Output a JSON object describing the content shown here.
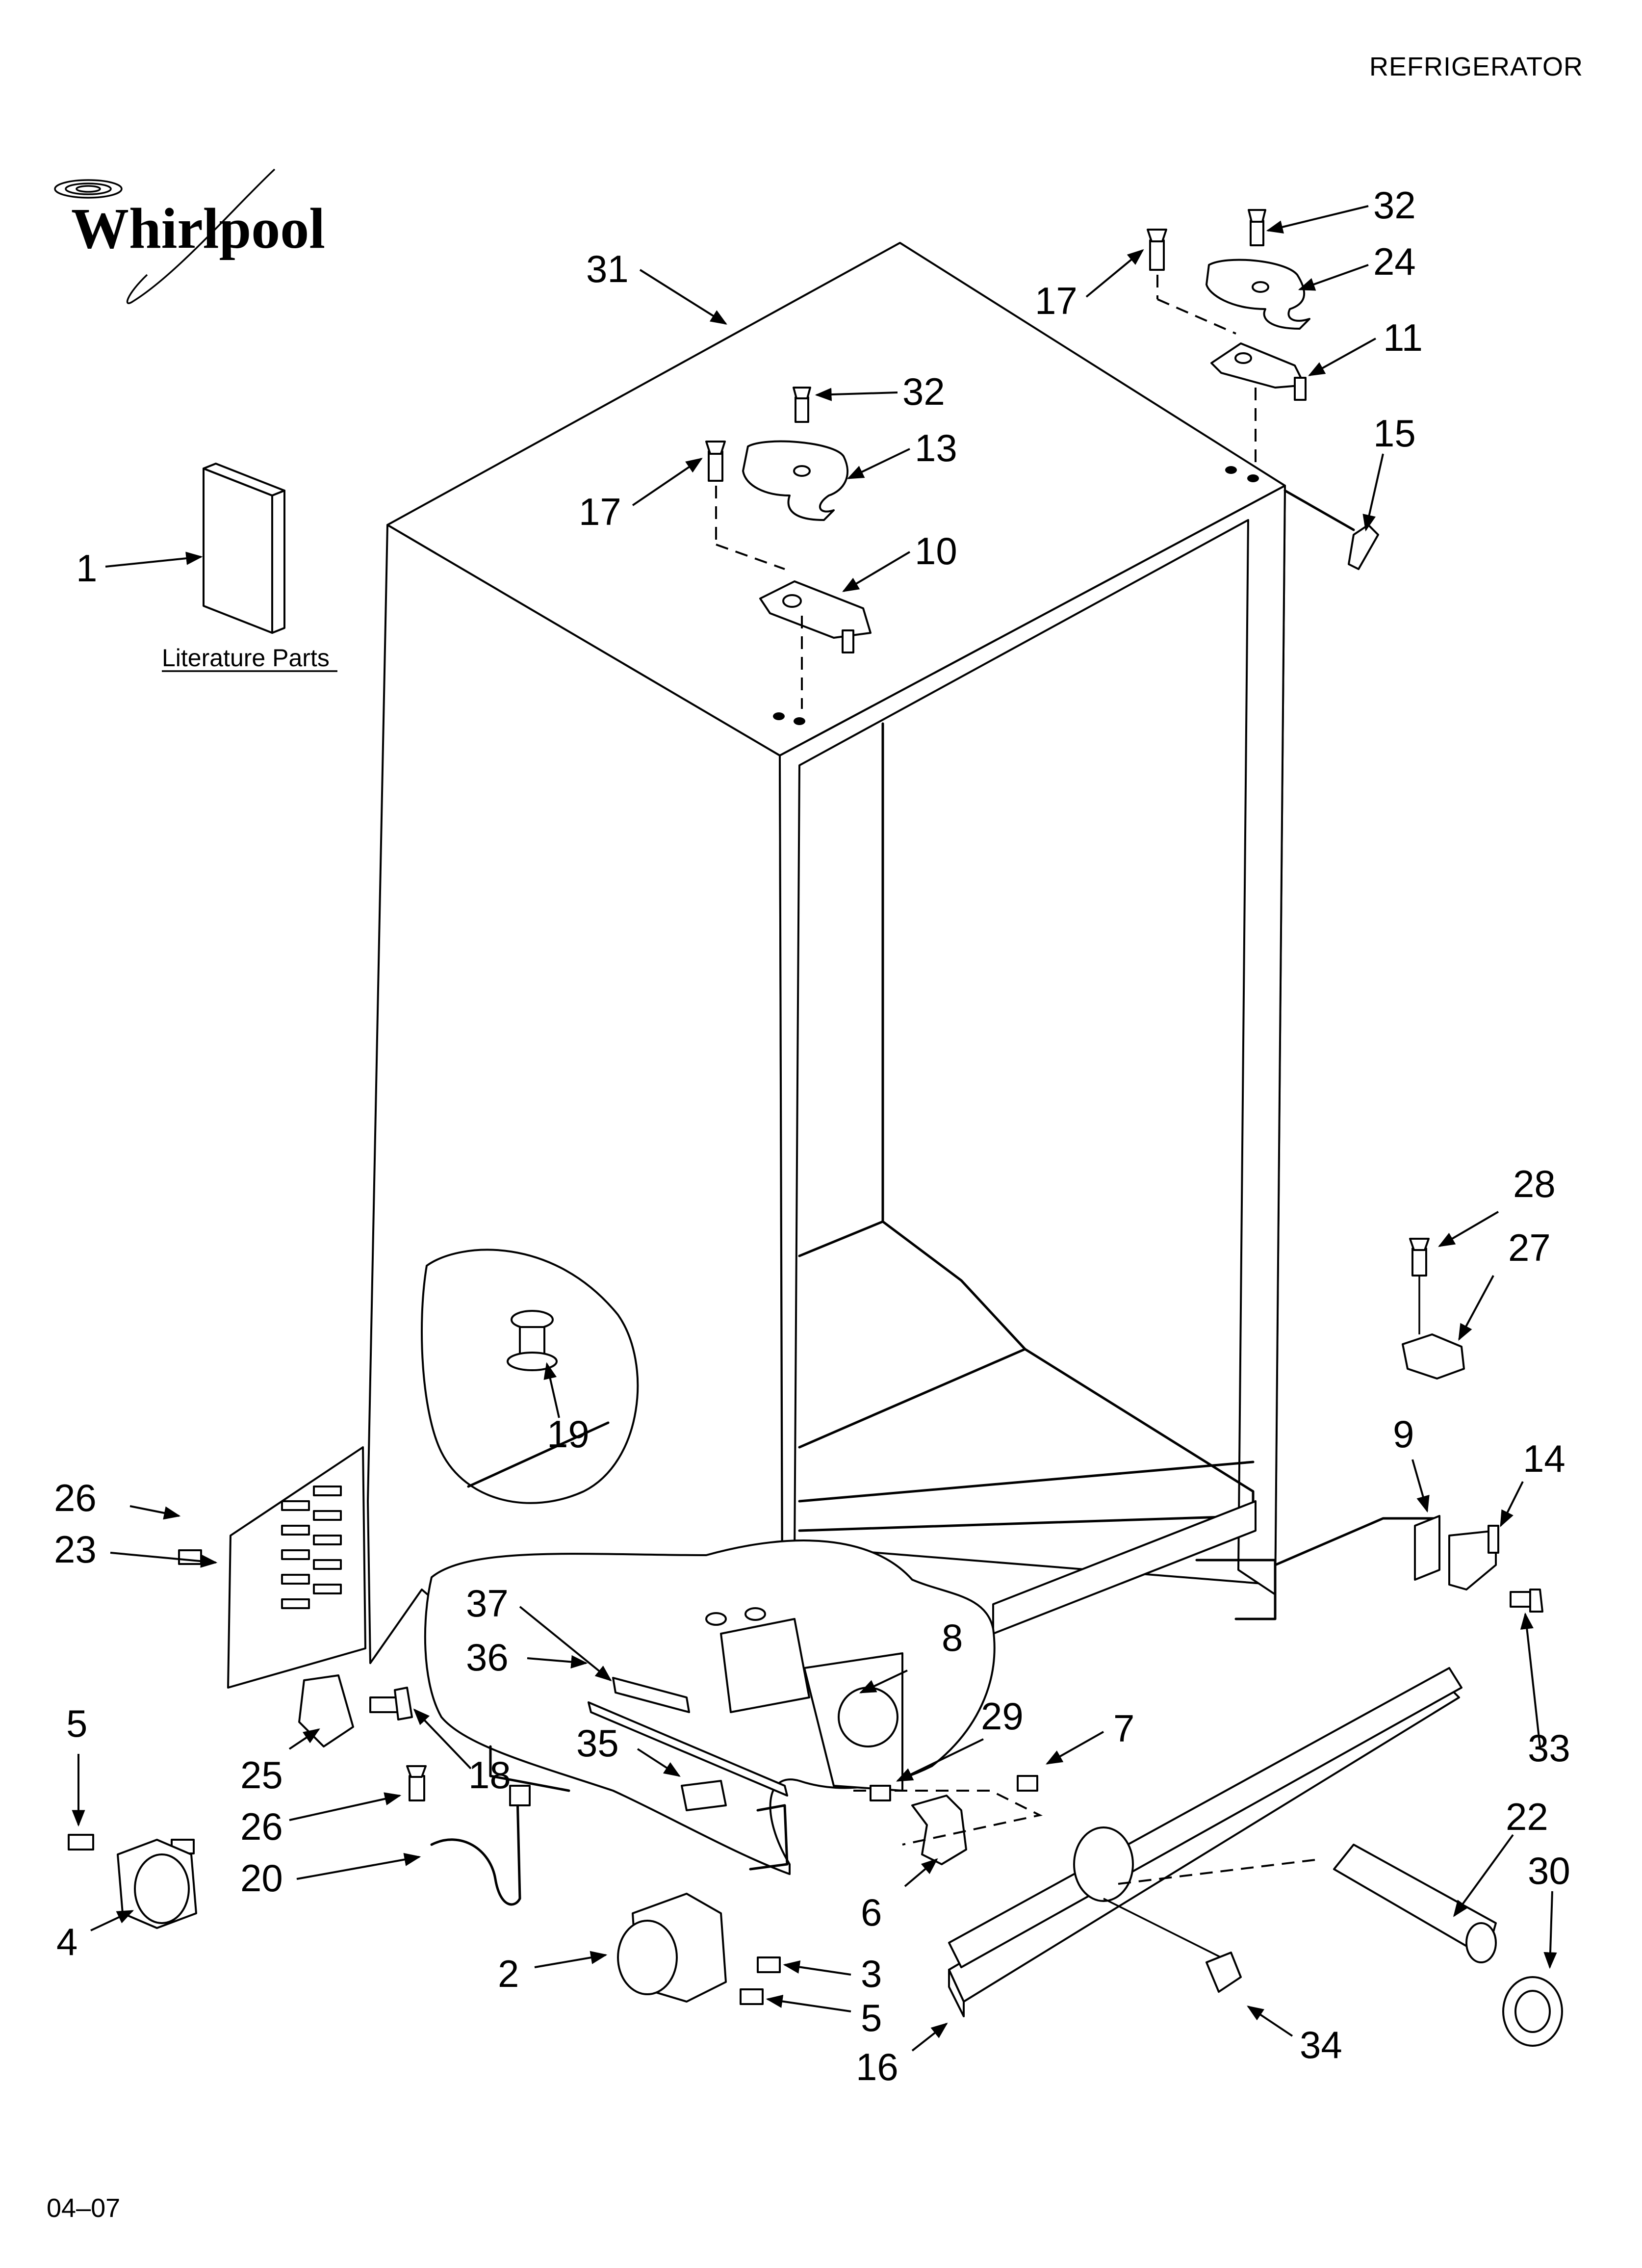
{
  "header": {
    "category": "REFRIGERATOR"
  },
  "footer": {
    "date_code": "04–07"
  },
  "brand": {
    "logo_text": "Whirlpool"
  },
  "literature": {
    "label": "Literature Parts"
  },
  "callouts": {
    "c1": "1",
    "c2": "2",
    "c3": "3",
    "c4": "4",
    "c5a": "5",
    "c5b": "5",
    "c6": "6",
    "c7": "7",
    "c8": "8",
    "c9": "9",
    "c10": "10",
    "c11": "11",
    "c13": "13",
    "c14": "14",
    "c15": "15",
    "c16": "16",
    "c17a": "17",
    "c17b": "17",
    "c18": "18",
    "c19": "19",
    "c20": "20",
    "c22": "22",
    "c23": "23",
    "c24": "24",
    "c25": "25",
    "c26a": "26",
    "c26b": "26",
    "c27": "27",
    "c28": "28",
    "c29": "29",
    "c30": "30",
    "c31": "31",
    "c32a": "32",
    "c32b": "32",
    "c33": "33",
    "c34": "34",
    "c35": "35",
    "c36": "36",
    "c37": "37"
  }
}
